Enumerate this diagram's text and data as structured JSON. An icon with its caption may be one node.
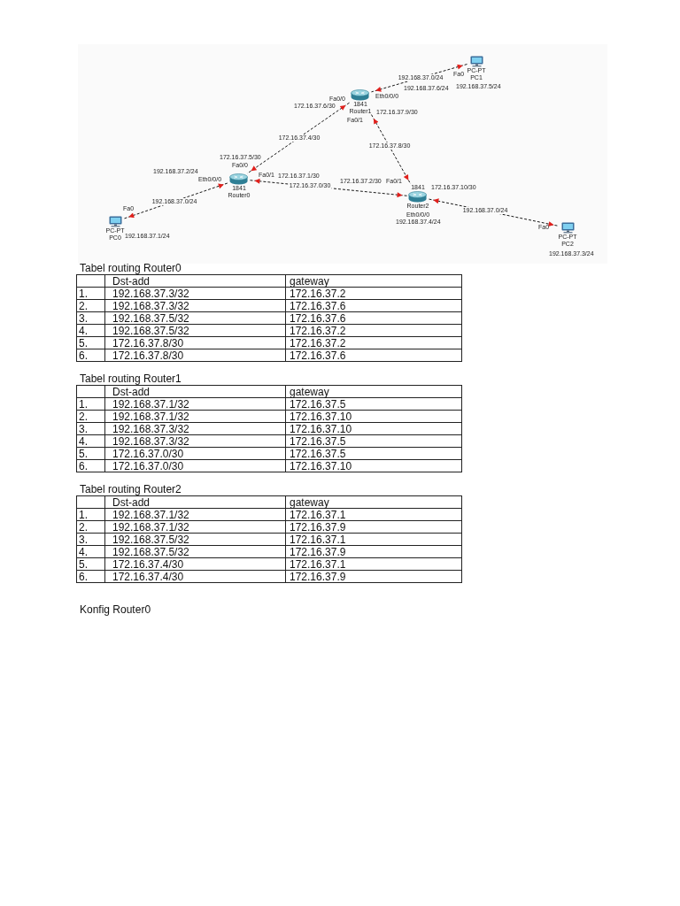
{
  "diagram": {
    "nodes": [
      {
        "text": [
          "PC-PT",
          "PC1"
        ]
      },
      {
        "text": [
          "1841",
          "Router1"
        ]
      },
      {
        "text": [
          "1841",
          "Router0"
        ]
      },
      {
        "text": [
          "1841",
          "Router2"
        ]
      },
      {
        "text": [
          "PC-PT",
          "PC0"
        ]
      },
      {
        "text": [
          "PC-PT",
          "PC2"
        ]
      }
    ],
    "edges": [
      {
        "from": 0,
        "to": 1,
        "arrow": "both",
        "style": "dashed",
        "label": "192.168.37.0/24"
      },
      {
        "from": 1,
        "to": 2,
        "arrow": "both",
        "style": "dashed",
        "label": "172.16.37.4/30"
      },
      {
        "from": 1,
        "to": 3,
        "arrow": "both",
        "style": "dashed",
        "label": "172.16.37.8/30"
      },
      {
        "from": 2,
        "to": 3,
        "arrow": "both",
        "style": "dashed",
        "label": "172.16.37.0/30"
      },
      {
        "from": 4,
        "to": 2,
        "arrow": "both",
        "style": "dashed",
        "label": "192.168.37.0/24"
      },
      {
        "from": 3,
        "to": 5,
        "arrow": "both",
        "style": "dashed",
        "label": "192.168.37.0/24"
      }
    ],
    "labels": [
      "Fa0",
      "192.168.37.5/24",
      "192.168.37.6/24",
      "Eth0/0/0",
      "Fa0/0",
      "172.16.37.6/30",
      "172.16.37.9/30",
      "Fa0/1",
      "172.16.37.5/30",
      "Fa0/0",
      "192.168.37.2/24",
      "Eth0/0/0",
      "Fa0/1",
      "172.16.37.1/30",
      "172.16.37.2/30",
      "Fa0/1",
      "172.16.37.10/30",
      "Eth0/0/0",
      "Fa0",
      "192.168.37.4/24",
      "Fa0",
      "192.168.37.1/24",
      "192.168.37.3/24",
      "Tabel routing Router0",
      "Dst-add",
      "gateway",
      "1.",
      "192.168.37.3/32",
      "172.16.37.2",
      "2.",
      "192.168.37.3/32",
      "172.16.37.6",
      "3.",
      "192.168.37.5/32",
      "172.16.37.6",
      "4.",
      "192.168.37.5/32",
      "172.16.37.2",
      "5.",
      "172.16.37.8/30",
      "172.16.37.2",
      "6.",
      "172.16.37.8/30",
      "172.16.37.6",
      "Tabel routing Router1",
      "Dst-add",
      "gateway",
      "1.",
      "192.168.37.1/32",
      "172.16.37.5",
      "2.",
      "192.168.37.1/32",
      "172.16.37.10",
      "3.",
      "192.168.37.3/32",
      "172.16.37.10",
      "4.",
      "192.168.37.3/32",
      "172.16.37.5",
      "5.",
      "172.16.37.0/30",
      "172.16.37.5",
      "6.",
      "172.16.37.0/30",
      "172.16.37.10",
      "Tabel routing Router2",
      "Dst-add",
      "gateway",
      "1.",
      "192.168.37.1/32",
      "172.16.37.1",
      "2.",
      "192.168.37.1/32",
      "172.16.37.9",
      "3.",
      "192.168.37.5/32",
      "172.16.37.1",
      "4.",
      "192.168.37.5/32",
      "172.16.37.9",
      "5.",
      "172.16.37.4/30",
      "172.16.37.1",
      "6.",
      "172.16.37.4/30",
      "172.16.37.9",
      "Konfig Router0"
    ]
  }
}
